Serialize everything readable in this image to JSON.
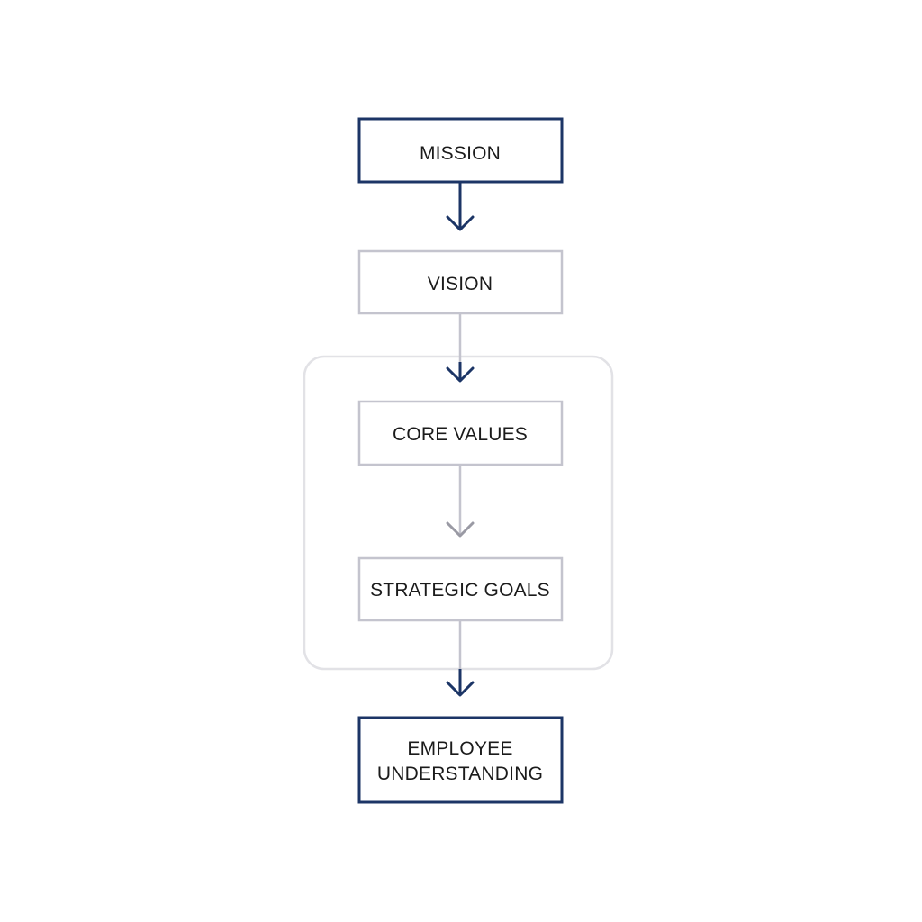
{
  "diagram": {
    "nodes": [
      {
        "id": "mission",
        "lines": [
          "MISSION"
        ],
        "style": "primary"
      },
      {
        "id": "vision",
        "lines": [
          "VISION"
        ],
        "style": "secondary"
      },
      {
        "id": "core_values",
        "lines": [
          "CORE VALUES"
        ],
        "style": "secondary"
      },
      {
        "id": "strategic_goals",
        "lines": [
          "STRATEGIC GOALS"
        ],
        "style": "secondary"
      },
      {
        "id": "employee_understanding",
        "lines": [
          "EMPLOYEE",
          "UNDERSTANDING"
        ],
        "style": "primary"
      }
    ],
    "edges": [
      {
        "from": "mission",
        "to": "vision",
        "style": "primary"
      },
      {
        "from": "vision",
        "to": "core_values",
        "style": "mixed"
      },
      {
        "from": "core_values",
        "to": "strategic_goals",
        "style": "muted"
      },
      {
        "from": "strategic_goals",
        "to": "employee_understanding",
        "style": "mixed"
      }
    ],
    "group": {
      "contains": [
        "core_values",
        "strategic_goals"
      ]
    },
    "colors": {
      "primary": "#1c3566",
      "secondary_border": "#c4c4ce",
      "muted_arrow": "#9a9aa4",
      "group_border": "#e2e2e6",
      "text": "#1b1b1b",
      "background": "#ffffff"
    }
  }
}
